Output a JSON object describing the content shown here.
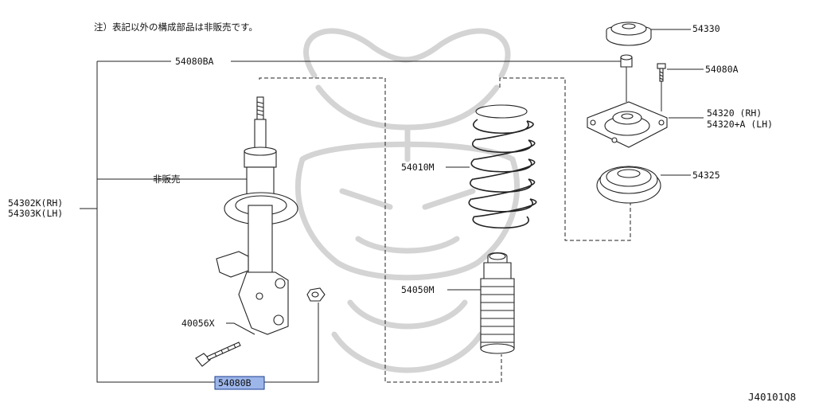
{
  "note": "注）表記以外の構成部品は非販売です。",
  "labels": {
    "upper_mount_top": "54330",
    "nut_label": "54080BA",
    "bolt_label": "54080A",
    "mount_rh": "54320 (RH)",
    "mount_lh": "54320+A (LH)",
    "spring_seat": "54325",
    "spring": "54010M",
    "not_for_sale": "非販売",
    "strut_rh": "54302K(RH)",
    "strut_lh": "54303K(LH)",
    "bump_stop": "54050M",
    "cam_bolt": "40056X",
    "bottom_kit": "54080B"
  },
  "diagram_code": "J40101Q8",
  "colors": {
    "highlight_fill": "#9db6ea",
    "highlight_stroke": "#1a3d8f",
    "watermark": "#d4d4d4"
  }
}
